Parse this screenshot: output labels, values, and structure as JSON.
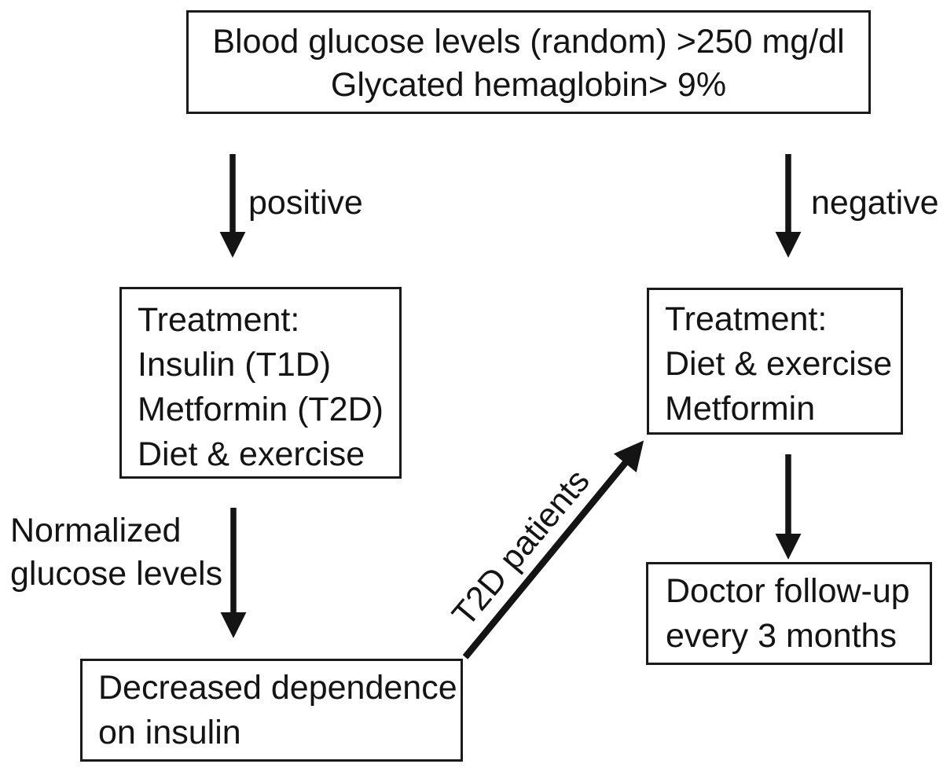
{
  "colors": {
    "ink": "#141414",
    "background": "#ffffff"
  },
  "flowchart": {
    "screening_box": {
      "line1": "Blood glucose levels (random) >250 mg/dl",
      "line2": "Glycated hemaglobin> 9%"
    },
    "labels": {
      "positive": "positive",
      "negative": "negative",
      "normalized_line1": "Normalized",
      "normalized_line2": "glucose levels",
      "t2d": "T2D patients"
    },
    "left_treatment_box": {
      "line1": "Treatment:",
      "line2": "Insulin (T1D)",
      "line3": "Metformin (T2D)",
      "line4": "Diet & exercise"
    },
    "right_treatment_box": {
      "line1": "Treatment:",
      "line2": "Diet & exercise",
      "line3": "Metformin"
    },
    "decreased_box": {
      "line1": "Decreased dependence",
      "line2": "on insulin"
    },
    "followup_box": {
      "line1": "Doctor follow-up",
      "line2": "every 3 months"
    },
    "edges": [
      {
        "from": "screening_box",
        "to": "left_treatment_box",
        "label": "positive"
      },
      {
        "from": "screening_box",
        "to": "right_treatment_box",
        "label": "negative"
      },
      {
        "from": "left_treatment_box",
        "to": "decreased_box",
        "label": "Normalized glucose levels"
      },
      {
        "from": "decreased_box",
        "to": "right_treatment_box",
        "label": "T2D patients"
      },
      {
        "from": "right_treatment_box",
        "to": "followup_box",
        "label": ""
      }
    ]
  }
}
